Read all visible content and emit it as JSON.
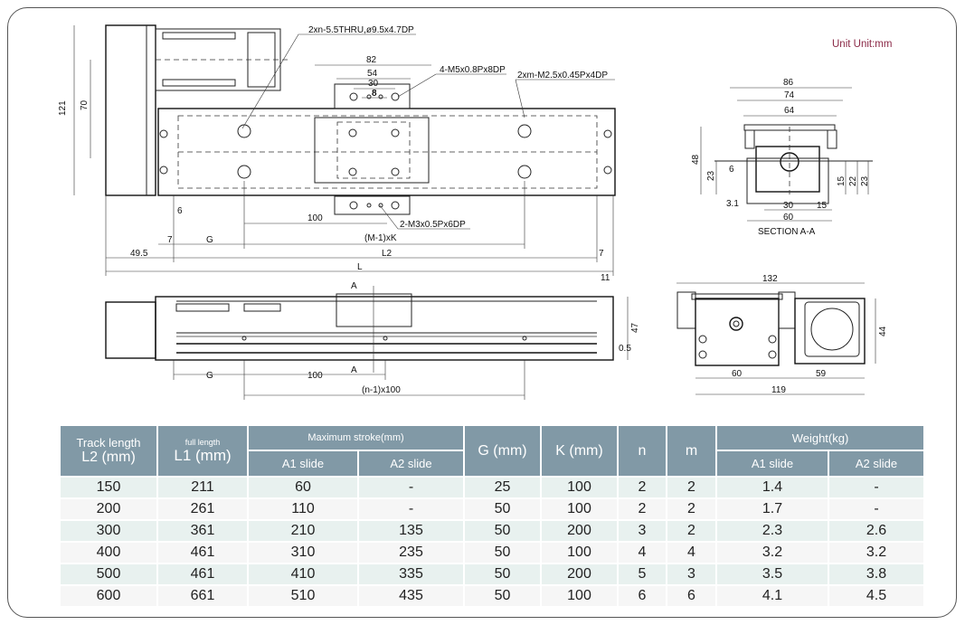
{
  "unit_note": "Unit Unit:mm",
  "drawing": {
    "top_view": {
      "callout_holes": "2xn-5.5THRU,ø9.5x4.7DP",
      "callout_m5": "4-M5x0.8Px8DP",
      "callout_m25": "2xm-M2.5x0.45Px4DP",
      "callout_m3": "2-M3x0.5Px6DP",
      "d121": "121",
      "d70": "70",
      "d82": "82",
      "d54": "54",
      "d30": "30",
      "d8": "8",
      "d6": "6",
      "d100": "100",
      "d7a": "7",
      "dG": "G",
      "dMK": "(M-1)xK",
      "d7b": "7",
      "d49": "49.5",
      "dL2": "L2",
      "dL": "L",
      "d11": "11"
    },
    "side_view": {
      "secA1": "A",
      "secA2": "A",
      "d47": "47",
      "d05": "0.5",
      "dG": "G",
      "d100": "100",
      "dN": "(n-1)x100"
    },
    "section": {
      "d86": "86",
      "d74": "74",
      "d64": "64",
      "d48": "48",
      "d23a": "23",
      "d6": "6",
      "d31": "3.1",
      "d30": "30",
      "d15a": "15",
      "d60": "60",
      "d15b": "15",
      "d22": "22",
      "d23b": "23",
      "title": "SECTION A-A"
    },
    "end_view": {
      "d132": "132",
      "d44": "44",
      "d60": "60",
      "d59": "59",
      "d119": "119"
    }
  },
  "table": {
    "headers": {
      "track_a": "Track length",
      "track_b": "L2 (mm)",
      "full_a": "full length",
      "full_b": "L1 (mm)",
      "stroke": "Maximum stroke(mm)",
      "a1": "A1 slide",
      "a2": "A2 slide",
      "g": "G (mm)",
      "k": "K (mm)",
      "n": "n",
      "m": "m",
      "weight": "Weight(kg)",
      "w1": "A1 slide",
      "w2": "A2 slide"
    },
    "rows": [
      [
        "150",
        "211",
        "60",
        "-",
        "25",
        "100",
        "2",
        "2",
        "1.4",
        "-"
      ],
      [
        "200",
        "261",
        "110",
        "-",
        "50",
        "100",
        "2",
        "2",
        "1.7",
        "-"
      ],
      [
        "300",
        "361",
        "210",
        "135",
        "50",
        "200",
        "3",
        "2",
        "2.3",
        "2.6"
      ],
      [
        "400",
        "461",
        "310",
        "235",
        "50",
        "100",
        "4",
        "4",
        "3.2",
        "3.2"
      ],
      [
        "500",
        "461",
        "410",
        "335",
        "50",
        "200",
        "5",
        "3",
        "3.5",
        "3.8"
      ],
      [
        "600",
        "661",
        "510",
        "435",
        "50",
        "100",
        "6",
        "6",
        "4.1",
        "4.5"
      ]
    ]
  }
}
